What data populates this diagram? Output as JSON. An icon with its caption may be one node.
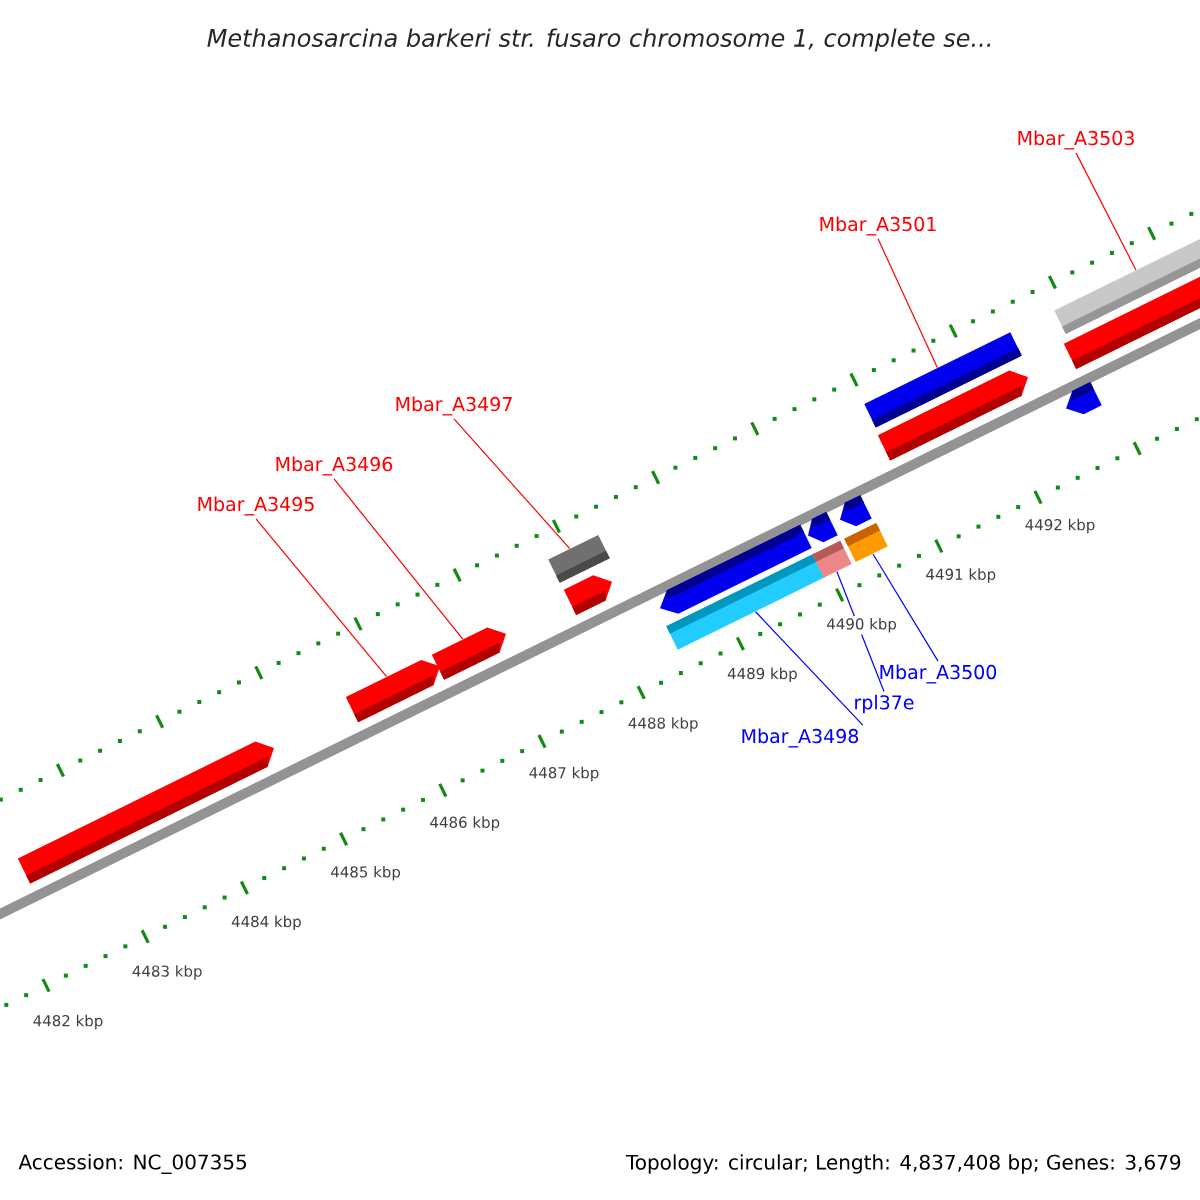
{
  "diagram": {
    "title": "Methanosarcina barkeri str. fusaro chromosome 1, complete se...",
    "nodes": [
      {
        "text": [
          "Mbar_A3503"
        ]
      },
      {
        "text": [
          "Mbar_A3501"
        ]
      },
      {
        "text": [
          "Mbar_A3497"
        ]
      },
      {
        "text": [
          "Mbar_A3496"
        ]
      },
      {
        "text": [
          "Mbar_A3495"
        ]
      },
      {
        "text": [
          "Mbar_A3500"
        ]
      },
      {
        "text": [
          "rpl37e"
        ]
      },
      {
        "text": [
          "Mbar_A3498"
        ]
      },
      {
        "text": [],
        "shape": "bar"
      },
      {
        "text": [],
        "shape": "bar"
      },
      {
        "text": [],
        "shape": "bar"
      },
      {
        "text": [],
        "shape": "bar"
      },
      {
        "text": [],
        "shape": "bar"
      },
      {
        "text": [],
        "shape": "bar"
      },
      {
        "text": [],
        "shape": "bar"
      },
      {
        "text": [],
        "shape": "bar"
      },
      {
        "text": [],
        "shape": "bar"
      },
      {
        "text": [],
        "shape": "bar"
      },
      {
        "text": [],
        "shape": "bar"
      },
      {
        "text": [],
        "shape": "bar"
      },
      {
        "text": [],
        "shape": "bar"
      },
      {
        "text": [],
        "shape": "bar"
      },
      {
        "text": [],
        "shape": "bar"
      },
      {
        "text": [],
        "shape": "bar"
      }
    ],
    "edges": [
      {
        "from": 0,
        "to": 21,
        "arrow": "none",
        "color": "#ff0000"
      },
      {
        "from": 1,
        "to": 19,
        "arrow": "none",
        "color": "#ff0000"
      },
      {
        "from": 2,
        "to": 11,
        "arrow": "none",
        "color": "#ff0000"
      },
      {
        "from": 3,
        "to": 10,
        "arrow": "none",
        "color": "#ff0000"
      },
      {
        "from": 4,
        "to": 9,
        "arrow": "none",
        "color": "#ff0000"
      },
      {
        "from": 5,
        "to": 18,
        "arrow": "none",
        "color": "#0000ff"
      },
      {
        "from": 6,
        "to": 16,
        "arrow": "none",
        "color": "#0000ff"
      },
      {
        "from": 7,
        "to": 14,
        "arrow": "none",
        "color": "#0000ff"
      }
    ],
    "labels": [
      "4482 kbp",
      "4483 kbp",
      "4484 kbp",
      "4485 kbp",
      "4486 kbp",
      "4487 kbp",
      "4488 kbp",
      "4489 kbp",
      "4490 kbp",
      "4491 kbp",
      "4492 kbp",
      "Accession: NC_007355",
      "Topology: circular; Length: 4,837,408 bp; Genes: 3,679"
    ]
  }
}
